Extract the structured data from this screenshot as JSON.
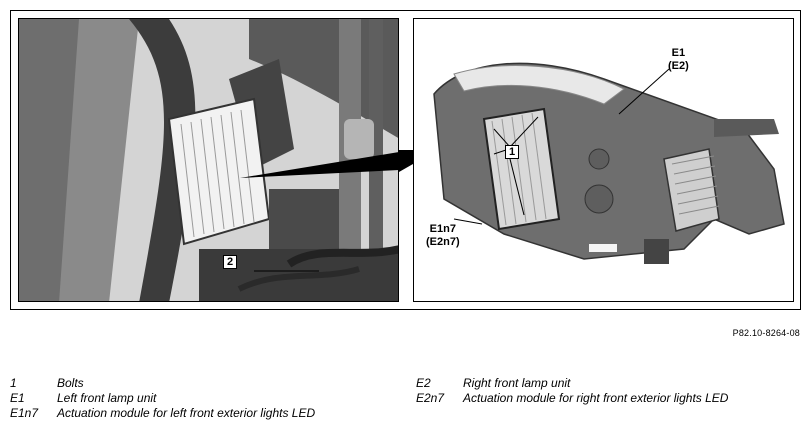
{
  "left_image": {
    "callouts": {
      "bolts": "2"
    }
  },
  "right_image": {
    "callouts": {
      "bolts": "1",
      "lamp_unit_line1": "E1",
      "lamp_unit_line2": "(E2)",
      "module_line1": "E1n7",
      "module_line2": "(E2n7)"
    }
  },
  "reference_code": "P82.10-8264-08",
  "legend": {
    "left": [
      {
        "key": "1",
        "text": "Bolts"
      },
      {
        "key": "E1",
        "text": "Left front lamp unit"
      },
      {
        "key": "E1n7",
        "text": "Actuation module for left front exterior lights LED"
      }
    ],
    "right": [
      {
        "key": "E2",
        "text": "Right front lamp unit"
      },
      {
        "key": "E2n7",
        "text": "Actuation module for right front exterior lights LED"
      }
    ]
  }
}
